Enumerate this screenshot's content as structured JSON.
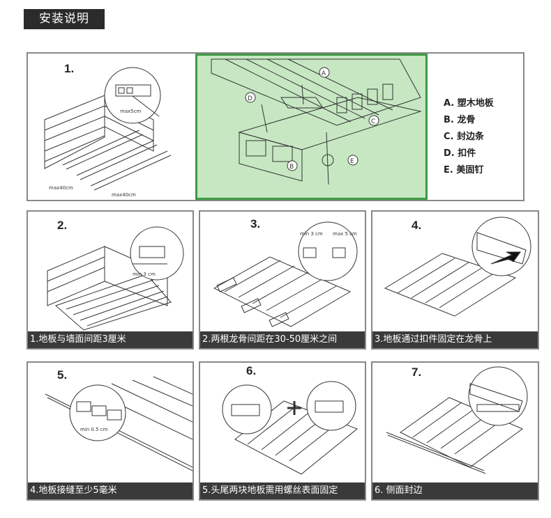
{
  "page_title": "安装说明",
  "overview": {
    "step": "1.",
    "labels": {
      "a": "A",
      "b": "B",
      "c": "C",
      "d": "D",
      "e": "E"
    },
    "dims": {
      "joist_gap": "max40cm",
      "joist_gap2": "max40cm",
      "edge": "max5cm"
    },
    "legend": [
      "A. 塑木地板",
      "B. 龙骨",
      "C. 封边条",
      "D. 扣件",
      "E. 美固钉"
    ]
  },
  "panels": [
    {
      "step": "2.",
      "caption": "1.地板与墙面间距3厘米",
      "dims": [
        "min 3 cm"
      ]
    },
    {
      "step": "3.",
      "caption": "2.两根龙骨间距在30-50厘米之间",
      "dims": [
        "min 3 cm",
        "max 5 cm"
      ]
    },
    {
      "step": "4.",
      "caption": "3.地板通过扣件固定在龙骨上",
      "dims": []
    },
    {
      "step": "5.",
      "caption": "4.地板接缝至少5毫米",
      "dims": [
        "min 0.5 cm"
      ]
    },
    {
      "step": "6.",
      "caption": "5.头尾两块地板需用螺丝表面固定",
      "dims": []
    },
    {
      "step": "7.",
      "caption": "6. 侧面封边",
      "dims": []
    }
  ]
}
